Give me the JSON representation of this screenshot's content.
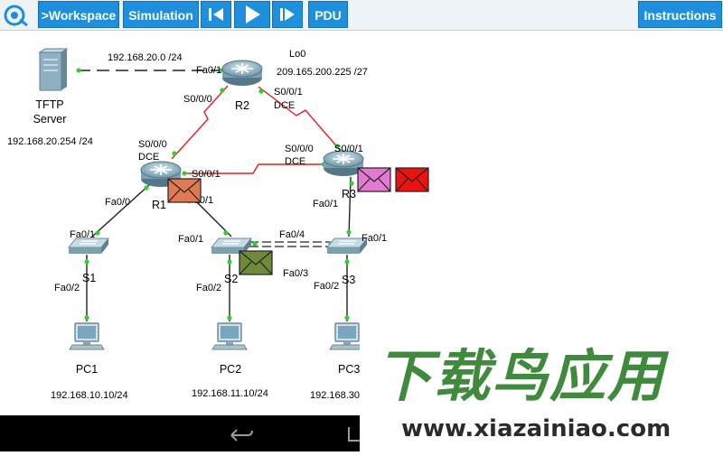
{
  "toolbar": {
    "workspace_label": ">Workspace",
    "simulation_label": "Simulation",
    "pdu_label": "PDU",
    "instructions_label": "Instructions"
  },
  "devices": {
    "tftp_server": {
      "name_line1": "TFTP",
      "name_line2": "Server",
      "ip": "192.168.20.254 /24"
    },
    "r2": {
      "name": "R2",
      "lo0_label": "Lo0",
      "lo0_ip": "209.165.200.225 /27",
      "fa01": "Fa0/1",
      "s000": "S0/0/0",
      "s001": "S0/0/1",
      "dce": "DCE"
    },
    "r1": {
      "name": "R1",
      "s000": "S0/0/0",
      "dce": "DCE",
      "s001": "S0/0/1",
      "fa00": "Fa0/0",
      "fa01": "Fa0/1"
    },
    "r3": {
      "name": "R3",
      "s001": "S0/0/1",
      "s000": "S0/0/0",
      "dce": "DCE",
      "fa01": "Fa0/1"
    },
    "s1": {
      "name": "S1",
      "fa01": "Fa0/1",
      "fa02": "Fa0/2"
    },
    "s2": {
      "name": "S2",
      "fa01": "Fa0/1",
      "fa02": "Fa0/2"
    },
    "s3": {
      "name": "S3",
      "fa01": "Fa0/1",
      "fa02": "Fa0/2",
      "fa03": "Fa0/3",
      "fa04": "Fa0/4"
    },
    "pc1": {
      "name": "PC1",
      "ip": "192.168.10.10/24"
    },
    "pc2": {
      "name": "PC2",
      "ip": "192.168.11.10/24"
    },
    "pc3": {
      "name": "PC3",
      "ip": "192.168.30"
    }
  },
  "network_label": "192.168.20.0 /24",
  "pdu_colors": {
    "r1": "#e07a52",
    "s2": "#6f8b3a",
    "r3_a": "#e17ad0",
    "r3_b": "#ee1111"
  },
  "watermark": {
    "title": "下载鸟应用",
    "url": "www.xiazainiao.com"
  }
}
